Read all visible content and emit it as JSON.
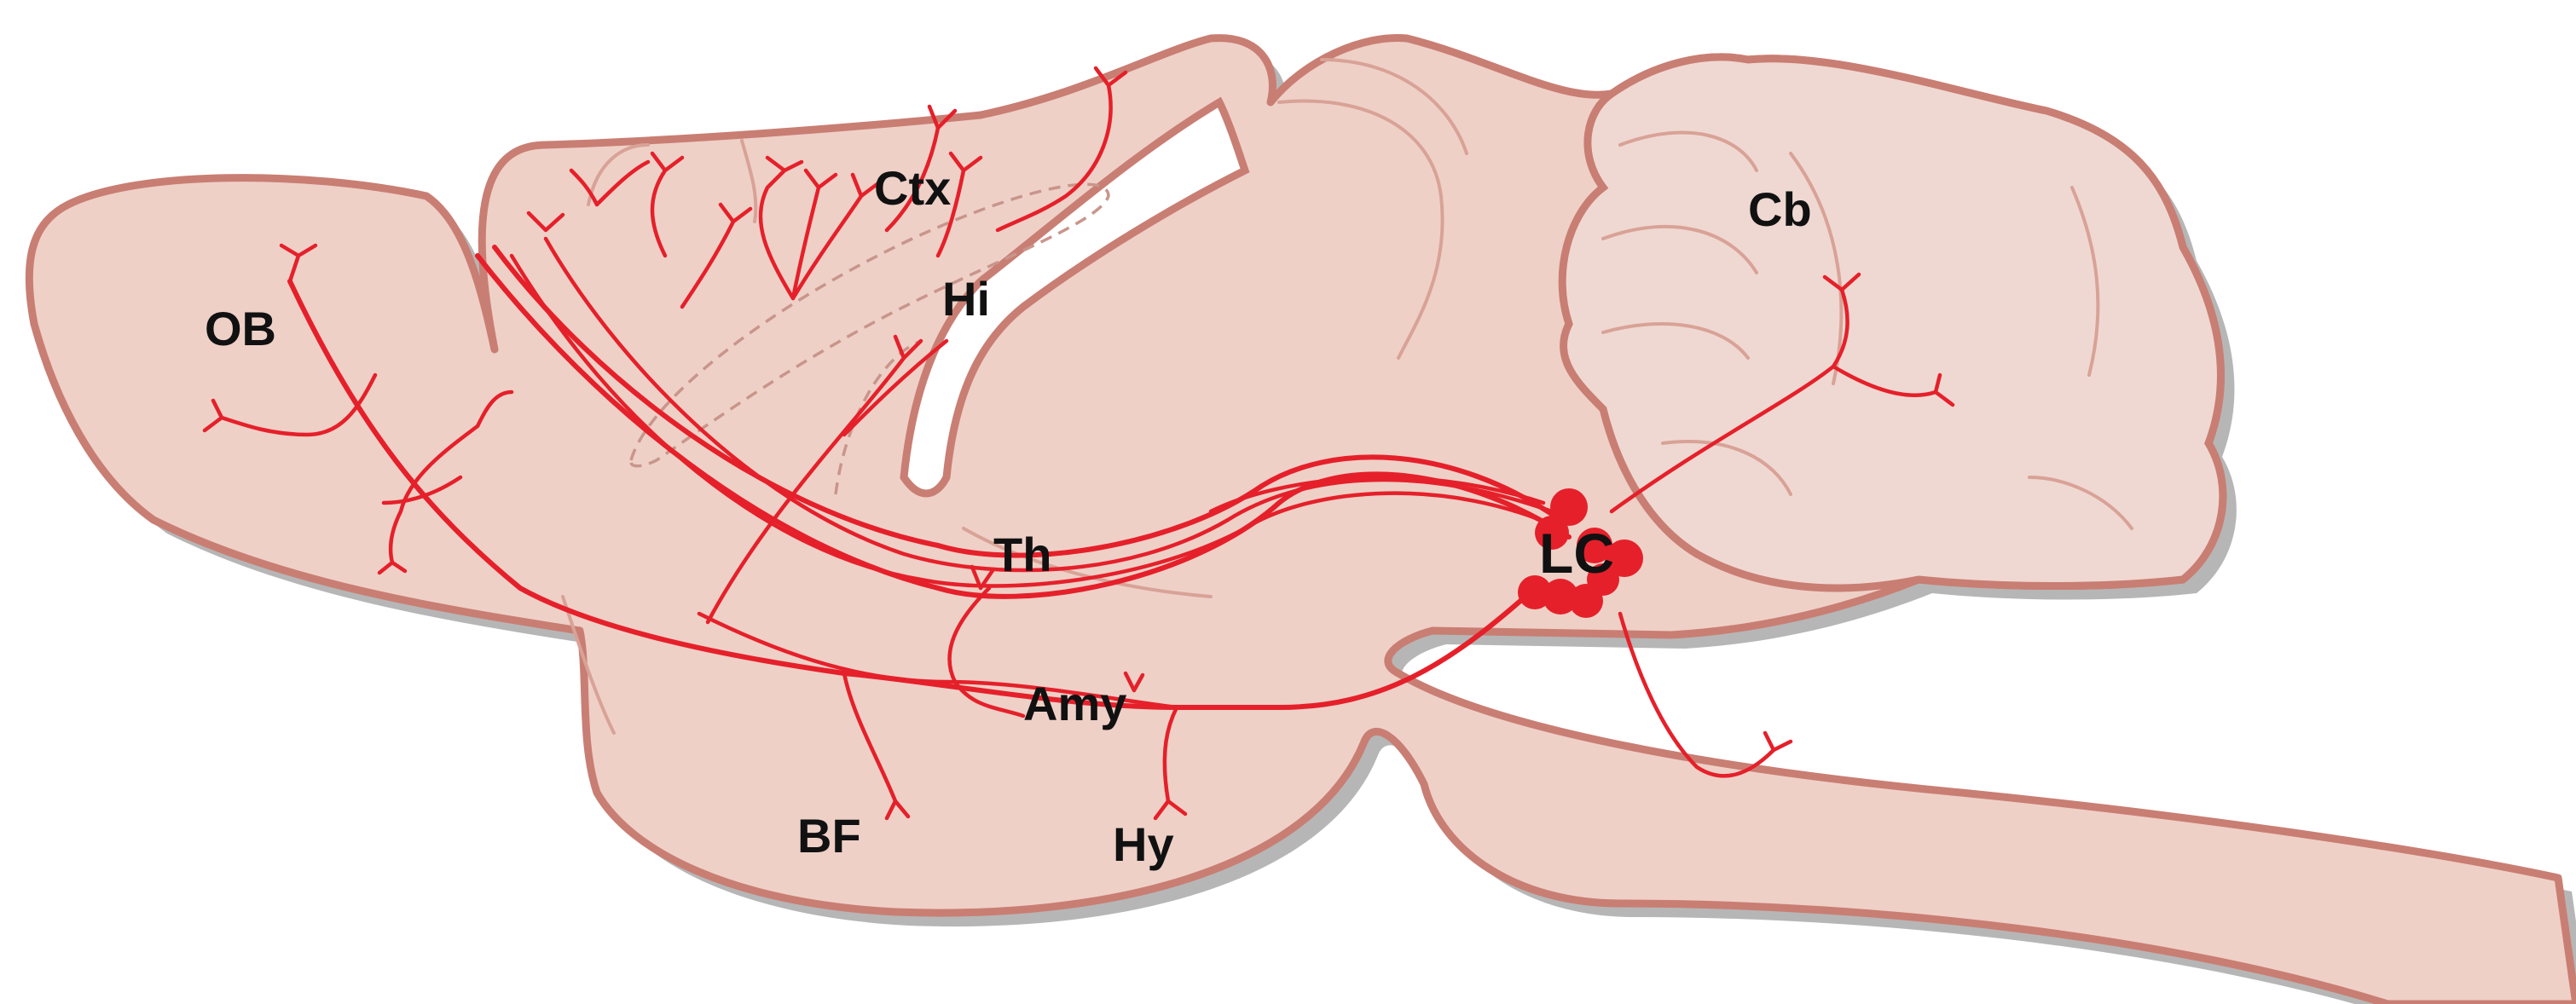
{
  "labels": {
    "ob": "OB",
    "ctx": "Ctx",
    "hi": "Hi",
    "cb": "Cb",
    "th": "Th",
    "lc": "LC",
    "amy": "Amy",
    "bf": "BF",
    "hy": "Hy"
  },
  "colors": {
    "tissue_fill": "#eed0c7",
    "tissue_outline": "#c97e73",
    "axon": "#e5202a",
    "label": "#111111",
    "shadow": "#9d9d9d"
  }
}
